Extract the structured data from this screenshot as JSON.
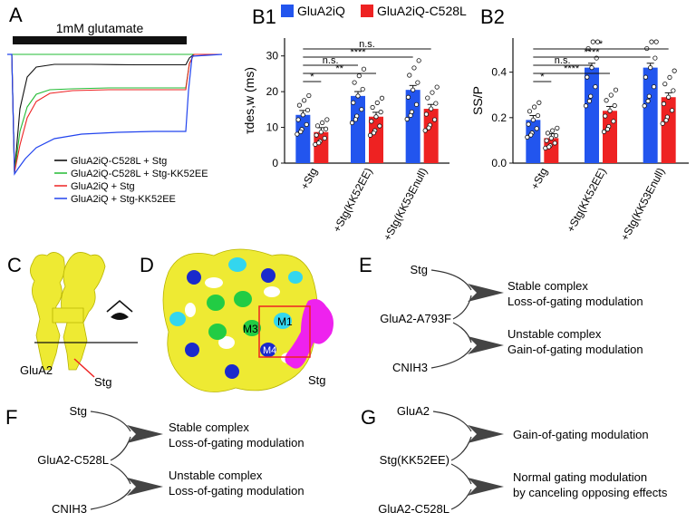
{
  "panels": {
    "A": {
      "label": "A",
      "stimulus_label": "1mM glutamate",
      "legend": [
        {
          "text": "GluA2iQ-C528L + Stg",
          "color": "#000000"
        },
        {
          "text": "GluA2iQ-C528L + Stg-KK52EE",
          "color": "#22bb33"
        },
        {
          "text": "GluA2iQ + Stg",
          "color": "#ee2222"
        },
        {
          "text": "GluA2iQ + Stg-KK52EE",
          "color": "#2244ee"
        }
      ]
    },
    "B1": {
      "label": "B1"
    },
    "B2": {
      "label": "B2"
    },
    "C": {
      "label": "C",
      "glua2_label": "GluA2",
      "stg_label": "Stg"
    },
    "D": {
      "label": "D",
      "m1_label": "M1",
      "m3_label": "M3",
      "m4_label": "M4",
      "stg_label": "Stg"
    },
    "E": {
      "label": "E",
      "inputs": [
        "Stg",
        "GluA2-A793F",
        "CNIH3"
      ],
      "outcome1": [
        "Stable complex",
        "Loss-of-gating modulation"
      ],
      "outcome2": [
        "Unstable complex",
        "Gain-of-gating modulation"
      ]
    },
    "F": {
      "label": "F",
      "inputs": [
        "Stg",
        "GluA2-C528L",
        "CNIH3"
      ],
      "outcome1": [
        "Stable complex",
        "Loss-of-gating modulation"
      ],
      "outcome2": [
        "Unstable complex",
        "Loss-of-gating modulation"
      ]
    },
    "G": {
      "label": "G",
      "inputs": [
        "GluA2",
        "Stg(KK52EE)",
        "GluA2-C528L"
      ],
      "outcome1": [
        "Gain-of-gating modulation"
      ],
      "outcome2": [
        "Normal gating modulation",
        "by canceling opposing effects"
      ]
    }
  },
  "chart_legend": [
    {
      "text": "GluA2iQ",
      "color": "#2255ee"
    },
    {
      "text": "GluA2iQ-C528L",
      "color": "#ee2222"
    }
  ],
  "chart_data": [
    {
      "type": "bar",
      "ylabel": "τdes,w (ms)",
      "ylim": [
        0,
        35
      ],
      "yticks": [
        "0",
        "10",
        "20",
        "30"
      ],
      "categories": [
        "+Stg",
        "+Stg(KK52EE)",
        "+Stg(KK53Enull)"
      ],
      "series": [
        {
          "name": "GluA2iQ",
          "color": "#2255ee",
          "values": [
            13.5,
            18.8,
            20.5
          ]
        },
        {
          "name": "GluA2iQ-C528L",
          "color": "#ee2222",
          "values": [
            8.7,
            13.0,
            15.2
          ]
        }
      ],
      "significance": [
        "*",
        "**",
        "n.s.",
        "****",
        "n.s."
      ]
    },
    {
      "type": "bar",
      "ylabel": "SS/P",
      "ylim": [
        0,
        0.55
      ],
      "yticks": [
        "0.0",
        "0.2",
        "0.4"
      ],
      "categories": [
        "+Stg",
        "+Stg(KK52EE)",
        "+Stg(KK53Enull)"
      ],
      "series": [
        {
          "name": "GluA2iQ",
          "color": "#2255ee",
          "values": [
            0.19,
            0.42,
            0.42
          ]
        },
        {
          "name": "GluA2iQ-C528L",
          "color": "#ee2222",
          "values": [
            0.11,
            0.23,
            0.29
          ]
        }
      ],
      "significance": [
        "*",
        "****",
        "n.s.",
        "****",
        "*"
      ]
    }
  ]
}
